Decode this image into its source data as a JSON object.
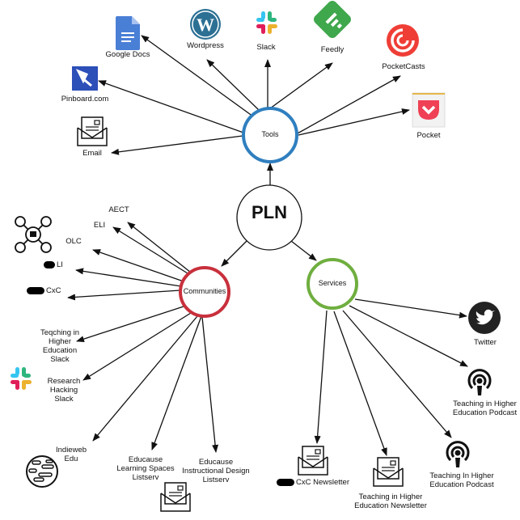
{
  "diagram": {
    "title": "PLN",
    "colors": {
      "tools": "#2f7fbf",
      "communities": "#c8303c",
      "services": "#6fae3f",
      "edge": "#111111",
      "pln_border": "#111111"
    },
    "hubs": {
      "tools": "Tools",
      "communities": "Communities",
      "services": "Services"
    },
    "tools": [
      {
        "label": "Google Docs",
        "icon": "google-docs-icon"
      },
      {
        "label": "Wordpress",
        "icon": "wordpress-icon"
      },
      {
        "label": "Slack",
        "icon": "slack-icon"
      },
      {
        "label": "Feedly",
        "icon": "feedly-icon"
      },
      {
        "label": "PocketCasts",
        "icon": "pocketcasts-icon"
      },
      {
        "label": "Pinboard.com",
        "icon": "pinboard-icon"
      },
      {
        "label": "Pocket",
        "icon": "pocket-icon"
      },
      {
        "label": "Email",
        "icon": "email-icon"
      }
    ],
    "communities": [
      {
        "label": "AECT"
      },
      {
        "label": "ELI"
      },
      {
        "label": "OLC"
      },
      {
        "label": "LI",
        "redacted_prefix": true
      },
      {
        "label": "CxC",
        "redacted_prefix": true
      },
      {
        "label": "Teqching in Higher Education Slack"
      },
      {
        "label": "Research Hacking Slack",
        "icon": "slack-icon"
      },
      {
        "label": "Indieweb Edu",
        "icon": "globe-icon"
      },
      {
        "label": "Educause Learning Spaces Listserv",
        "icon": "email-icon"
      },
      {
        "label": "Educause Instructional Design Listserv"
      }
    ],
    "community_icon": "community-network-icon",
    "services": [
      {
        "label": "Twitter",
        "icon": "twitter-icon"
      },
      {
        "label": "Teaching in Higher Education Podcast",
        "icon": "podcast-icon"
      },
      {
        "label": "Teaching In Higher Education Podcast",
        "icon": "podcast-icon"
      },
      {
        "label": "Teaching in Higher Education Newsletter",
        "icon": "email-icon"
      },
      {
        "label": "CxC Newsletter",
        "icon": "email-icon",
        "redacted_prefix": true
      }
    ]
  }
}
